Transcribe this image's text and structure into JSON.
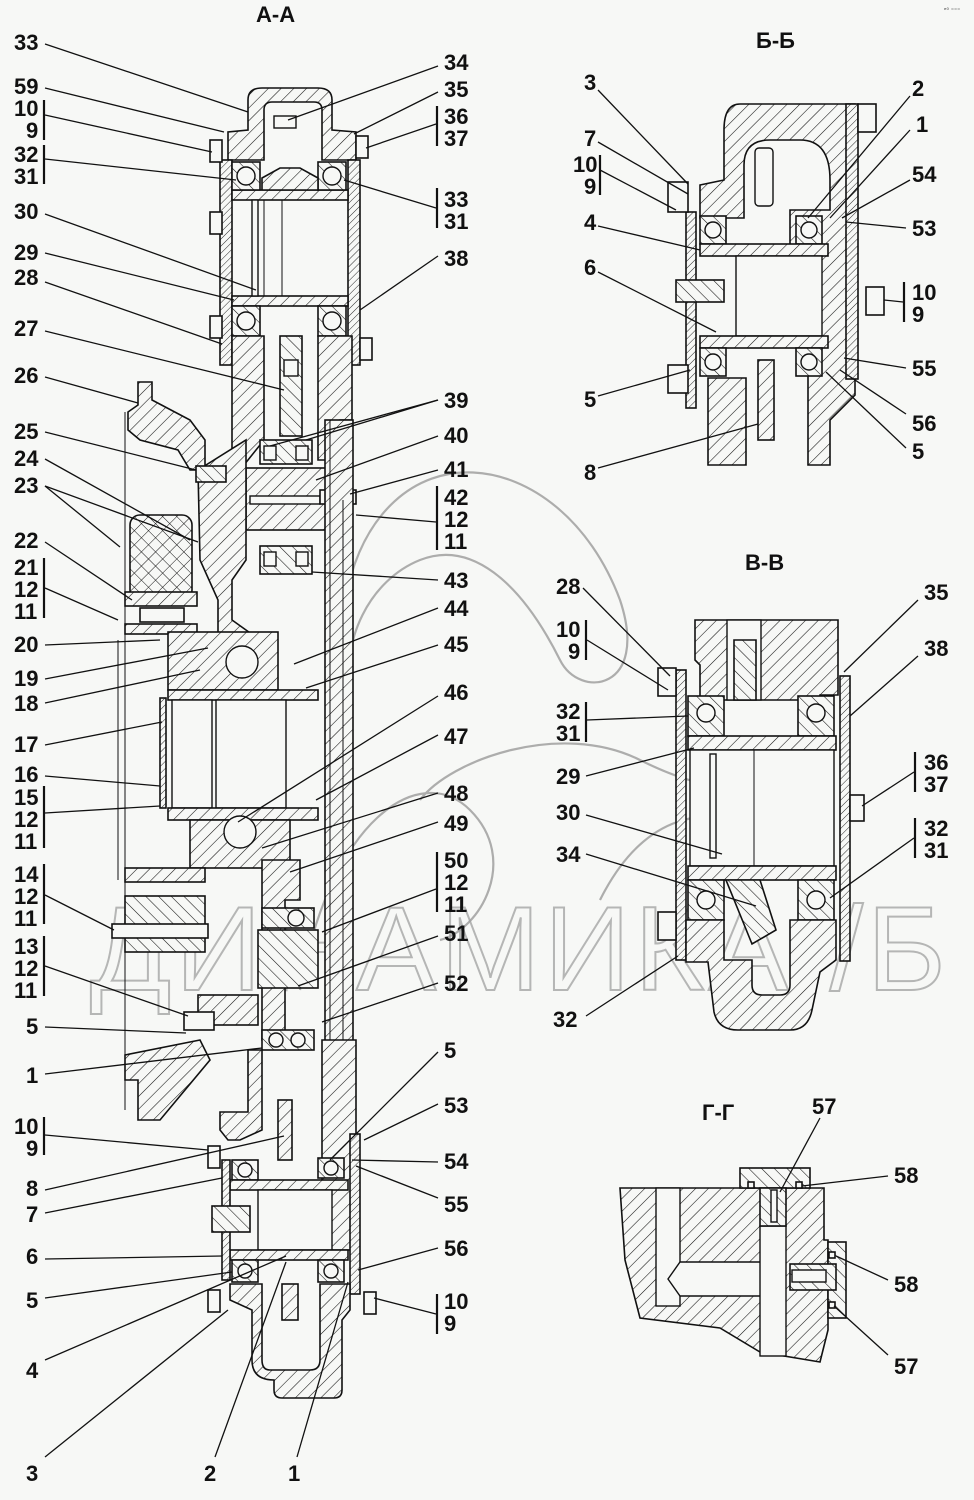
{
  "document": {
    "type": "assembly-section-drawing",
    "corner_mark": "ₑ₀ ₌₌₌",
    "watermark": "ДИНАМИКА /Б"
  },
  "views": [
    {
      "id": "section-aa",
      "title": "А-А",
      "callouts": [
        {
          "label": "33"
        },
        {
          "label": "59"
        },
        {
          "label": "10",
          "group": [
            "10",
            "9"
          ]
        },
        {
          "label": "32",
          "group": [
            "32",
            "31"
          ]
        },
        {
          "label": "30"
        },
        {
          "label": "29"
        },
        {
          "label": "28"
        },
        {
          "label": "27"
        },
        {
          "label": "26"
        },
        {
          "label": "25"
        },
        {
          "label": "24"
        },
        {
          "label": "23"
        },
        {
          "label": "22"
        },
        {
          "label": "21",
          "group": [
            "21",
            "12",
            "11"
          ]
        },
        {
          "label": "20"
        },
        {
          "label": "19"
        },
        {
          "label": "18"
        },
        {
          "label": "17"
        },
        {
          "label": "16"
        },
        {
          "label": "15",
          "group": [
            "15",
            "12",
            "11"
          ]
        },
        {
          "label": "14",
          "group": [
            "14",
            "12",
            "11"
          ]
        },
        {
          "label": "13",
          "group": [
            "13",
            "12",
            "11"
          ]
        },
        {
          "label": "5"
        },
        {
          "label": "1"
        },
        {
          "label": "10",
          "group": [
            "10",
            "9"
          ]
        },
        {
          "label": "8"
        },
        {
          "label": "7"
        },
        {
          "label": "6"
        },
        {
          "label": "5"
        },
        {
          "label": "4"
        },
        {
          "label": "3"
        },
        {
          "label": "2"
        },
        {
          "label": "1"
        },
        {
          "label": "34"
        },
        {
          "label": "35"
        },
        {
          "label": "36",
          "group": [
            "36",
            "37"
          ]
        },
        {
          "label": "33",
          "group": [
            "33",
            "31"
          ]
        },
        {
          "label": "38"
        },
        {
          "label": "39"
        },
        {
          "label": "40"
        },
        {
          "label": "41"
        },
        {
          "label": "42",
          "group": [
            "42",
            "12",
            "11"
          ]
        },
        {
          "label": "43"
        },
        {
          "label": "44"
        },
        {
          "label": "45"
        },
        {
          "label": "46"
        },
        {
          "label": "47"
        },
        {
          "label": "48"
        },
        {
          "label": "49"
        },
        {
          "label": "50",
          "group": [
            "50",
            "12",
            "11"
          ]
        },
        {
          "label": "51"
        },
        {
          "label": "52"
        },
        {
          "label": "5"
        },
        {
          "label": "53"
        },
        {
          "label": "54"
        },
        {
          "label": "55"
        },
        {
          "label": "56"
        },
        {
          "label": "10",
          "group": [
            "10",
            "9"
          ]
        }
      ]
    },
    {
      "id": "section-bb",
      "title": "Б-Б",
      "callouts": [
        {
          "label": "3"
        },
        {
          "label": "7"
        },
        {
          "label": "10",
          "group": [
            "10",
            "9"
          ]
        },
        {
          "label": "4"
        },
        {
          "label": "6"
        },
        {
          "label": "5"
        },
        {
          "label": "8"
        },
        {
          "label": "2"
        },
        {
          "label": "1"
        },
        {
          "label": "54"
        },
        {
          "label": "53"
        },
        {
          "label": "10",
          "group": [
            "10",
            "9"
          ]
        },
        {
          "label": "55"
        },
        {
          "label": "56"
        },
        {
          "label": "5"
        }
      ]
    },
    {
      "id": "section-vv",
      "title": "В-В",
      "callouts": [
        {
          "label": "28"
        },
        {
          "label": "10",
          "group": [
            "10",
            "9"
          ]
        },
        {
          "label": "32",
          "group": [
            "32",
            "31"
          ]
        },
        {
          "label": "29"
        },
        {
          "label": "30"
        },
        {
          "label": "34"
        },
        {
          "label": "32"
        },
        {
          "label": "35"
        },
        {
          "label": "38"
        },
        {
          "label": "36",
          "group": [
            "36",
            "37"
          ]
        },
        {
          "label": "32",
          "group": [
            "32",
            "31"
          ]
        }
      ]
    },
    {
      "id": "section-gg",
      "title": "Г-Г",
      "callouts": [
        {
          "label": "57"
        },
        {
          "label": "58"
        },
        {
          "label": "58"
        },
        {
          "label": "57"
        }
      ]
    }
  ],
  "labels": {
    "aa": {
      "l33": "33",
      "l59": "59",
      "l10a": "10",
      "l9a": "9",
      "l32": "32",
      "l31": "31",
      "l30": "30",
      "l29": "29",
      "l28": "28",
      "l27": "27",
      "l26": "26",
      "l25": "25",
      "l24": "24",
      "l23": "23",
      "l22": "22",
      "l21": "21",
      "l12a": "12",
      "l11a": "11",
      "l20": "20",
      "l19": "19",
      "l18": "18",
      "l17": "17",
      "l16": "16",
      "l15": "15",
      "l12b": "12",
      "l11b": "11",
      "l14": "14",
      "l12c": "12",
      "l11c": "11",
      "l13": "13",
      "l12d": "12",
      "l11d": "11",
      "l5a": "5",
      "l1a": "1",
      "l10b": "10",
      "l9b": "9",
      "l8": "8",
      "l7": "7",
      "l6": "6",
      "l5b": "5",
      "l4": "4",
      "l3": "3",
      "l2": "2",
      "l1b": "1",
      "r34": "34",
      "r35": "35",
      "r36": "36",
      "r37": "37",
      "r33": "33",
      "r31": "31",
      "r38": "38",
      "r39": "39",
      "r40": "40",
      "r41": "41",
      "r42": "42",
      "r12a": "12",
      "r11a": "11",
      "r43": "43",
      "r44": "44",
      "r45": "45",
      "r46": "46",
      "r47": "47",
      "r48": "48",
      "r49": "49",
      "r50": "50",
      "r12b": "12",
      "r11b": "11",
      "r51": "51",
      "r52": "52",
      "r5": "5",
      "r53": "53",
      "r54": "54",
      "r55": "55",
      "r56": "56",
      "r10": "10",
      "r9": "9"
    },
    "bb": {
      "l3": "3",
      "l7": "7",
      "l10": "10",
      "l9": "9",
      "l4": "4",
      "l6": "6",
      "l5": "5",
      "l8": "8",
      "r2": "2",
      "r1": "1",
      "r54": "54",
      "r53": "53",
      "r10": "10",
      "r9": "9",
      "r55": "55",
      "r56": "56",
      "r5": "5"
    },
    "vv": {
      "l28": "28",
      "l10": "10",
      "l9": "9",
      "l32": "32",
      "l31": "31",
      "l29": "29",
      "l30": "30",
      "l34": "34",
      "l32b": "32",
      "r35": "35",
      "r38": "38",
      "r36": "36",
      "r37": "37",
      "r32": "32",
      "r31": "31"
    },
    "gg": {
      "t57": "57",
      "r58a": "58",
      "r58b": "58",
      "r57": "57"
    }
  }
}
